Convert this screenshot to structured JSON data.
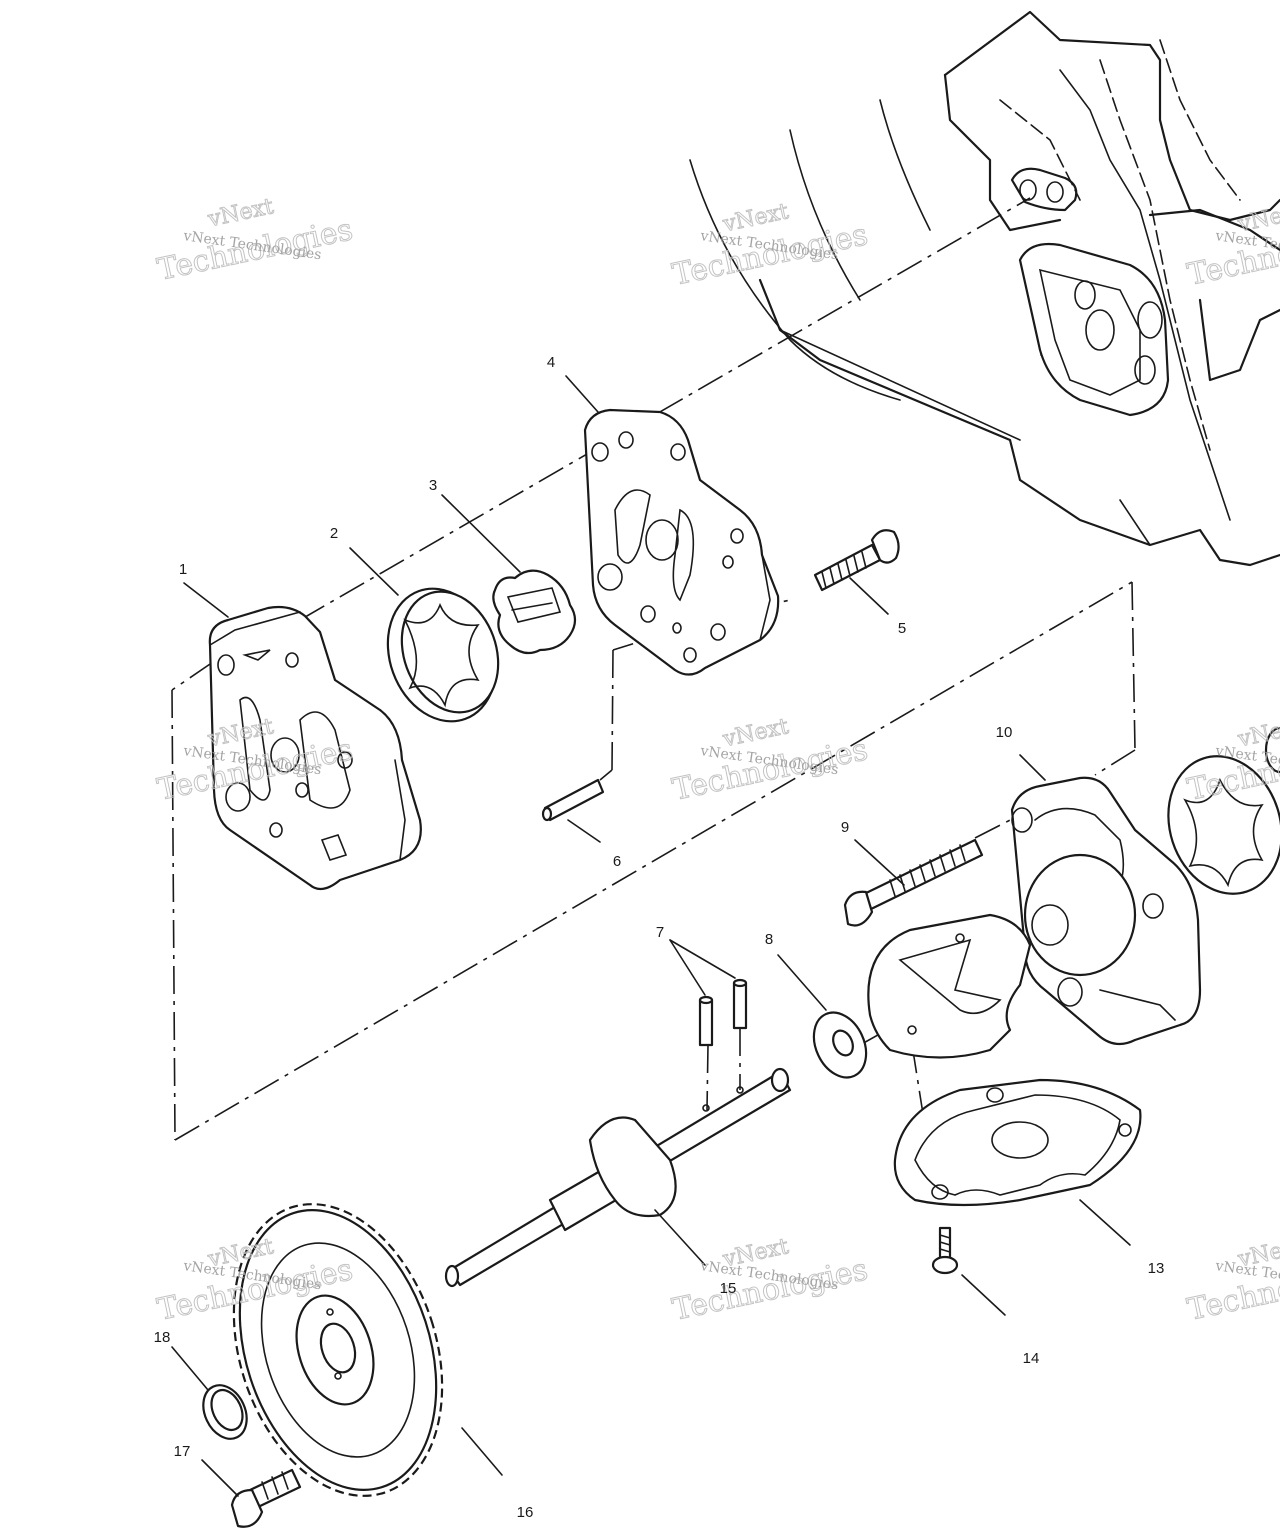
{
  "callouts": [
    {
      "id": "c1",
      "text": "1"
    },
    {
      "id": "c2",
      "text": "2"
    },
    {
      "id": "c3",
      "text": "3"
    },
    {
      "id": "c4",
      "text": "4"
    },
    {
      "id": "c5",
      "text": "5"
    },
    {
      "id": "c6",
      "text": "6"
    },
    {
      "id": "c7",
      "text": "7"
    },
    {
      "id": "c8",
      "text": "8"
    },
    {
      "id": "c9",
      "text": "9"
    },
    {
      "id": "c10",
      "text": "10"
    },
    {
      "id": "c13",
      "text": "13"
    },
    {
      "id": "c14",
      "text": "14"
    },
    {
      "id": "c15",
      "text": "15"
    },
    {
      "id": "c16",
      "text": "16"
    },
    {
      "id": "c17",
      "text": "17"
    },
    {
      "id": "c18",
      "text": "18"
    }
  ],
  "watermark": {
    "brand": "vNext",
    "line1": "vNext Technologies",
    "line2": "Technologies"
  }
}
